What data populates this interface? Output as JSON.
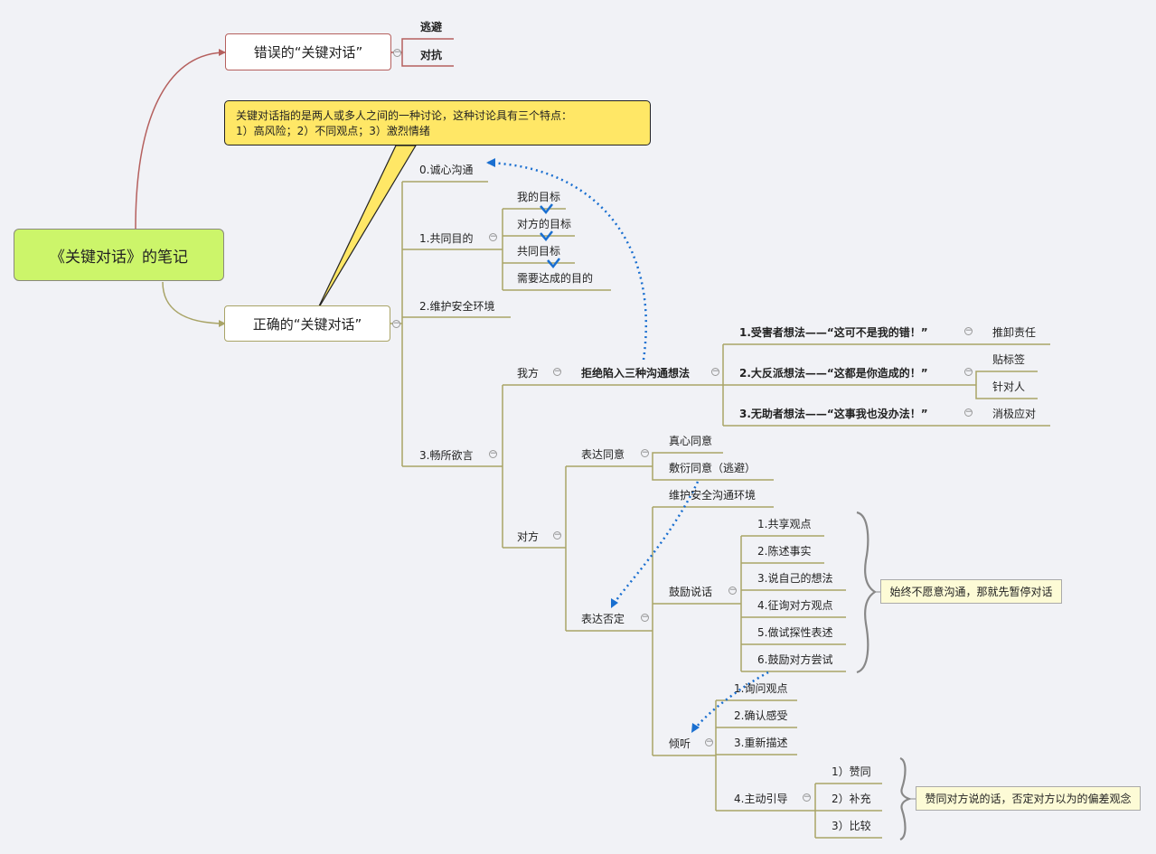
{
  "root": {
    "label": "《关键对话》的笔记"
  },
  "wrong": {
    "label": "错误的“关键对话”",
    "children": [
      "逃避",
      "对抗"
    ]
  },
  "right": {
    "label": "正确的“关键对话”"
  },
  "callout": {
    "line1": "关键对话指的是两人或多人之间的一种讨论，这种讨论具有三个特点：",
    "line2": "1）高风险；2）不同观点；3）激烈情绪"
  },
  "steps": {
    "s0": "0.诚心沟通",
    "s1": "1.共同目的",
    "s1_items": [
      "我的目标",
      "对方的目标",
      "共同目标",
      "需要达成的目的"
    ],
    "s2": "2.维护安全环境",
    "s3": "3.畅所欲言"
  },
  "self": {
    "label": "我方",
    "refuse": "拒绝陷入三种沟通想法",
    "thoughts": [
      "1.受害者想法——“这可不是我的错！”",
      "2.大反派想法——“这都是你造成的！”",
      "3.无助者想法——“这事我也没办法！”"
    ],
    "results": [
      "推卸责任",
      "贴标签",
      "针对人",
      "消极应对"
    ]
  },
  "other": {
    "label": "对方",
    "agree": "表达同意",
    "agree_items": [
      "真心同意",
      "敷衍同意（逃避）"
    ],
    "disagree": "表达否定",
    "safe_env": "维护安全沟通环境",
    "encourage": "鼓励说话",
    "encourage_items": [
      "1.共享观点",
      "2.陈述事实",
      "3.说自己的想法",
      "4.征询对方观点",
      "5.做试探性表述",
      "6.鼓励对方尝试"
    ],
    "encourage_note": "始终不愿意沟通，那就先暂停对话",
    "listen": "倾听",
    "listen_items": [
      "1.询问观点",
      "2.确认感受",
      "3.重新描述",
      "4.主动引导"
    ],
    "guide_items": [
      "1）赞同",
      "2）补充",
      "3）比较"
    ],
    "guide_note": "赞同对方说的话，否定对方以为的偏差观念"
  },
  "colors": {
    "background": "#f1f2f6",
    "root_fill": "#ccf56a",
    "wrong_branch": "#b5605e",
    "right_branch": "#a9a467",
    "callout_fill": "#ffe766",
    "note_fill": "#fdfbd6",
    "relation_line": "#1a6fd0"
  }
}
